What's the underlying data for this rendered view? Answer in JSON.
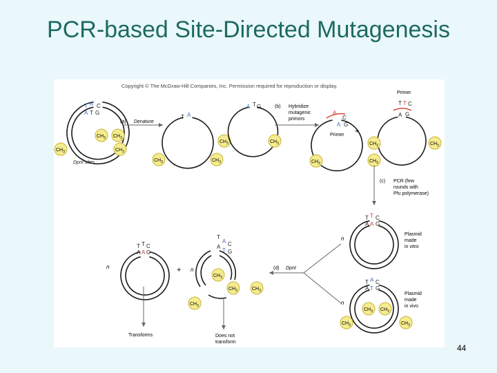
{
  "slide": {
    "title": "PCR-based Site-Directed Mutagenesis",
    "number": "44"
  },
  "figure": {
    "copyright": "Copyright © The McGraw-Hill Companies, Inc. Permission required for reproduction or display.",
    "methyl_label": "CH",
    "methyl_sub": "3",
    "base_t": "T",
    "base_a": "A",
    "base_c": "C",
    "base_g": "G",
    "step_a": "(a)",
    "step_a_label": "Denature",
    "step_b": "(b)",
    "step_b_line1": "Hybridize",
    "step_b_line2": "mutagenic",
    "step_b_line3": "primors",
    "primer_label": "Primer",
    "plus": "+",
    "dpni_sites": "DpnI sites",
    "step_c": "(c)",
    "step_c_line1": "PCR (few",
    "step_c_line2": "rounds with",
    "step_c_line3": "Pfu polymerase)",
    "n_label": "n",
    "vitro_line1": "Plasmid",
    "vitro_line2": "made",
    "vitro_line3": "in vitro",
    "vivo_line1": "Plasmid",
    "vivo_line2": "made",
    "vivo_line3": "in vivo",
    "step_d": "(d)",
    "step_d_label": "DpnI",
    "transforms": "Transforms",
    "not_transform_line1": "Does not",
    "not_transform_line2": "transform",
    "colors": {
      "strand": "#1a1a1a",
      "arrow": "#666666",
      "methyl_fill": "#f5ec90",
      "methyl_stroke": "#c9b235",
      "mutation": "#d23a2a",
      "template_base": "#3c6fb8"
    }
  }
}
